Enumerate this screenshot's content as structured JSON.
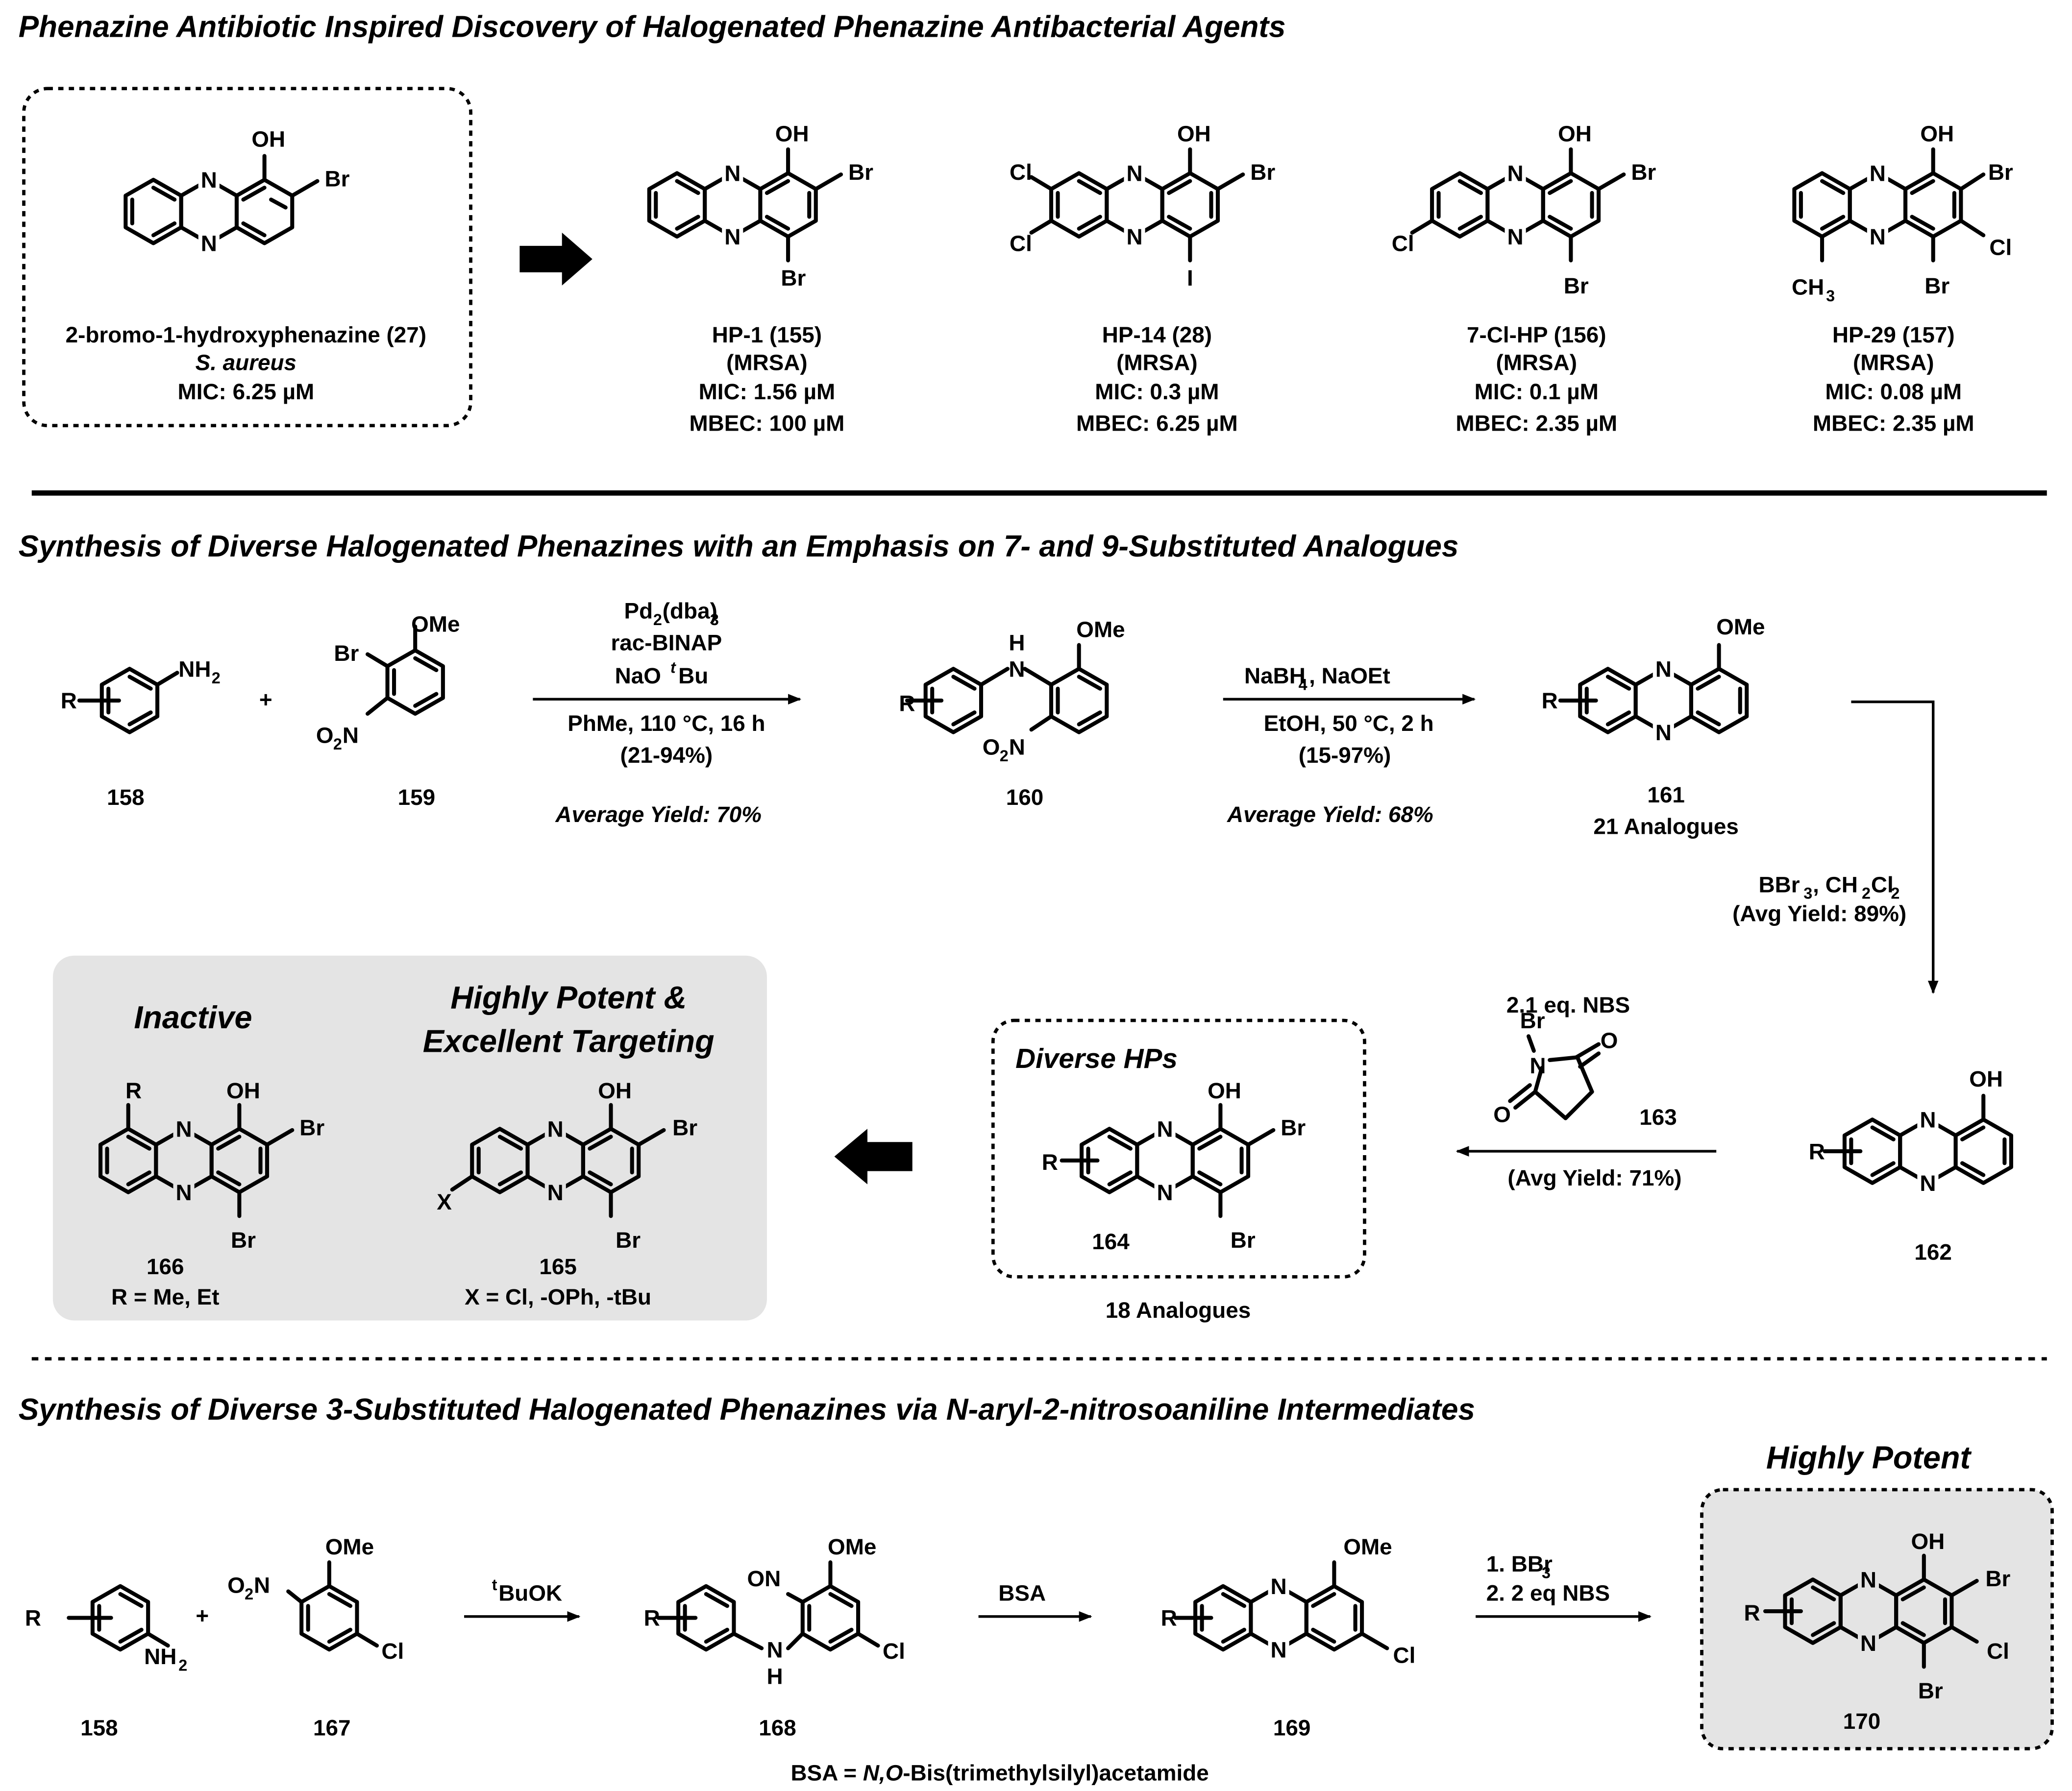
{
  "sections": {
    "s1_title": "Phenazine Antibiotic Inspired Discovery of Halogenated Phenazine Antibacterial Agents",
    "s2_title": "Synthesis of Diverse Halogenated Phenazines with an Emphasis on 7- and 9-Substituted Analogues",
    "s3_title": "Synthesis of Diverse 3-Substituted Halogenated Phenazines via N-aryl-2-nitrosoaniline Intermediates"
  },
  "atoms": {
    "OH": "OH",
    "Br": "Br",
    "Cl": "Cl",
    "N": "N",
    "I": "I",
    "H": "H",
    "R": "R",
    "X": "X",
    "OMe": "OMe",
    "NH2": "NH",
    "sub2": "2",
    "sub3": "3",
    "O": "O",
    "ON": "ON",
    "CH": "CH"
  },
  "compounds": {
    "c27": {
      "name": "2-bromo-1-hydroxyphenazine (27)",
      "organism": "S. aureus",
      "mic": "MIC: 6.25 µM"
    },
    "hp1": {
      "name": "HP-1 (155)",
      "target": "(MRSA)",
      "mic": "MIC: 1.56 µM",
      "mbec": "MBEC: 100 µM"
    },
    "hp14": {
      "name": "HP-14 (28)",
      "target": "(MRSA)",
      "mic": "MIC: 0.3 µM",
      "mbec": "MBEC: 6.25 µM"
    },
    "hp7cl": {
      "name": "7-Cl-HP (156)",
      "target": "(MRSA)",
      "mic": "MIC: 0.1 µM",
      "mbec": "MBEC: 2.35 µM"
    },
    "hp29": {
      "name": "HP-29 (157)",
      "target": "(MRSA)",
      "mic": "MIC: 0.08 µM",
      "mbec": "MBEC: 2.35 µM"
    }
  },
  "route1": {
    "labels": {
      "c158": "158",
      "c159": "159",
      "c160": "160",
      "c161": "161",
      "c162": "162",
      "c163": "163",
      "c164": "164",
      "c165": "165",
      "c166": "166"
    },
    "analogues161": "21 Analogues",
    "analogues164": "18 Analogues",
    "plus": "+",
    "step1": {
      "cat": "Pd",
      "cat2": "(dba)",
      "ligand": "rac-BINAP",
      "base": "NaO",
      "base_t": "t",
      "base_bu": "Bu",
      "cond": "PhMe, 110 °C, 16 h",
      "range": "(21-94%)",
      "avg": "Average Yield: 70%"
    },
    "step2": {
      "reag": "NaBH",
      "reag2": ", NaOEt",
      "cond": "EtOH, 50 °C, 2 h",
      "range": "(15-97%)",
      "avg": "Average Yield: 68%"
    },
    "step3": {
      "reag": "BBr",
      "reag2": ", CH",
      "reag3": "Cl",
      "avg": "(Avg Yield: 89%)"
    },
    "step4": {
      "reag": "2.1 eq. NBS",
      "avg": "(Avg Yield: 71%)"
    },
    "diverse": "Diverse HPs",
    "inactive": "Inactive",
    "potent1": "Highly Potent &",
    "potent2": "Excellent Targeting",
    "r_def": "R = Me, Et",
    "x_def": "X = Cl, -OPh, -tBu"
  },
  "route2": {
    "labels": {
      "c158": "158",
      "c167": "167",
      "c168": "168",
      "c169": "169",
      "c170": "170"
    },
    "plus": "+",
    "base_t": "t",
    "base": "BuOK",
    "step2": "BSA",
    "step3a": "1. BBr",
    "step3b": "2. 2 eq NBS",
    "potent": "Highly Potent",
    "bsa_def_a": "BSA = ",
    "bsa_def_b": "N,O",
    "bsa_def_c": "-Bis(trimethylsilyl)acetamide"
  }
}
